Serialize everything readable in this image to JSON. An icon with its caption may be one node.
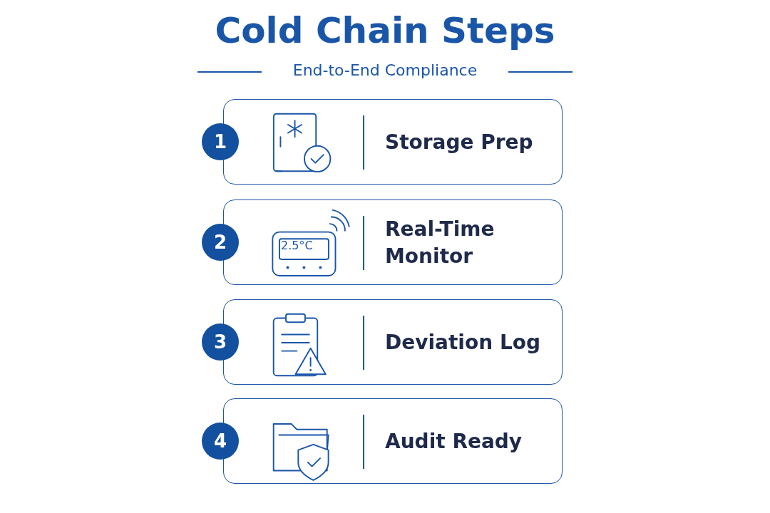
{
  "diagram": {
    "title": "Cold Chain Steps",
    "nodes": [
      {
        "text": [
          "1"
        ]
      },
      {
        "text": [
          "Storage Prep"
        ]
      },
      {
        "text": [
          "2"
        ]
      },
      {
        "text": [
          "Real-Time Monitor"
        ]
      },
      {
        "text": [
          "3"
        ]
      },
      {
        "text": [
          "Deviation Log"
        ]
      },
      {
        "text": [
          "4"
        ]
      },
      {
        "text": [
          "Audit Ready"
        ]
      }
    ],
    "edges": [],
    "labels": [
      "End-to-End Compliance",
      "2.5°C"
    ]
  }
}
